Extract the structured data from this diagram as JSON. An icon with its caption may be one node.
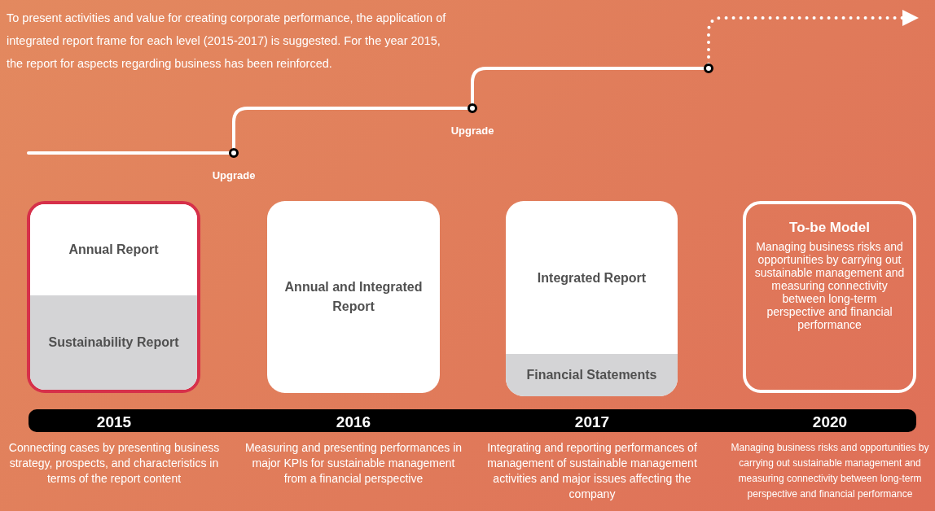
{
  "diagram": {
    "nodes": [
      {
        "text": [],
        "shape": "circle",
        "beside": [
          "Upgrade"
        ]
      },
      {
        "text": [],
        "shape": "circle",
        "beside": [
          "Upgrade"
        ]
      },
      {
        "text": [],
        "shape": "circle"
      },
      {
        "text": [],
        "shape": "box"
      },
      {
        "text": [
          "Annual Report"
        ],
        "in": 3
      },
      {
        "text": [
          "Sustainability Report"
        ],
        "in": 3
      },
      {
        "text": [
          "Annual and Integrated Report"
        ]
      },
      {
        "text": [
          "Integrated Report"
        ]
      },
      {
        "text": [
          "Financial Statements"
        ],
        "in": 7
      },
      {
        "text": [
          "To-be Model",
          "Managing business risks and opportunities by carrying out sustainable management and measuring connectivity between long-term perspective and financial performance"
        ]
      }
    ],
    "edges": [
      {
        "from": null,
        "to": 0,
        "arrow": "none"
      },
      {
        "from": 0,
        "to": 1,
        "arrow": "none"
      },
      {
        "from": 1,
        "to": 2,
        "arrow": "none"
      },
      {
        "from": 2,
        "to": null,
        "arrow": "to",
        "style": "dashed"
      }
    ],
    "labels": [
      "To present activities and value for creating corporate performance, the application of integrated report frame for each level (2015-2017) is suggested. For the year 2015, the report for aspects regarding business has been reinforced.",
      "2015",
      "2016",
      "2017",
      "2020",
      "Connecting cases by presenting business strategy, prospects, and characteristics in terms of the report content",
      "Measuring and presenting performances in major KPIs for sustainable management from a financial perspective",
      "Integrating and reporting performances of management of sustainable management activities and major issues affecting the company",
      "Managing business risks and opportunities by carrying out sustainable management and measuring connectivity between long-term perspective and financial performance"
    ]
  }
}
